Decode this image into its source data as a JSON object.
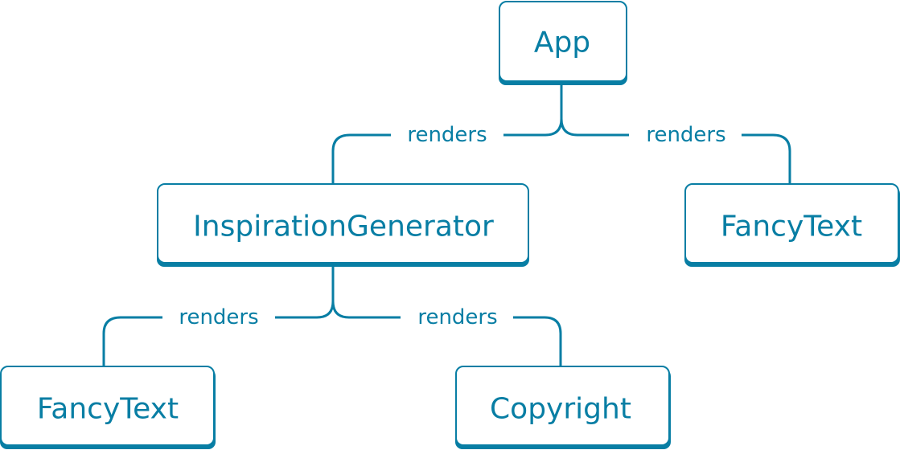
{
  "colors": {
    "accent": "#087ea4",
    "background": "#ffffff"
  },
  "diagram": {
    "nodes": {
      "app": {
        "label": "App"
      },
      "inspiration_generator": {
        "label": "InspirationGenerator"
      },
      "fancy_text_top": {
        "label": "FancyText"
      },
      "fancy_text_bottom": {
        "label": "FancyText"
      },
      "copyright": {
        "label": "Copyright"
      }
    },
    "edges": {
      "app_to_inspiration_generator": {
        "label": "renders"
      },
      "app_to_fancy_text": {
        "label": "renders"
      },
      "inspiration_generator_to_fancy_text": {
        "label": "renders"
      },
      "inspiration_generator_to_copyright": {
        "label": "renders"
      }
    }
  }
}
